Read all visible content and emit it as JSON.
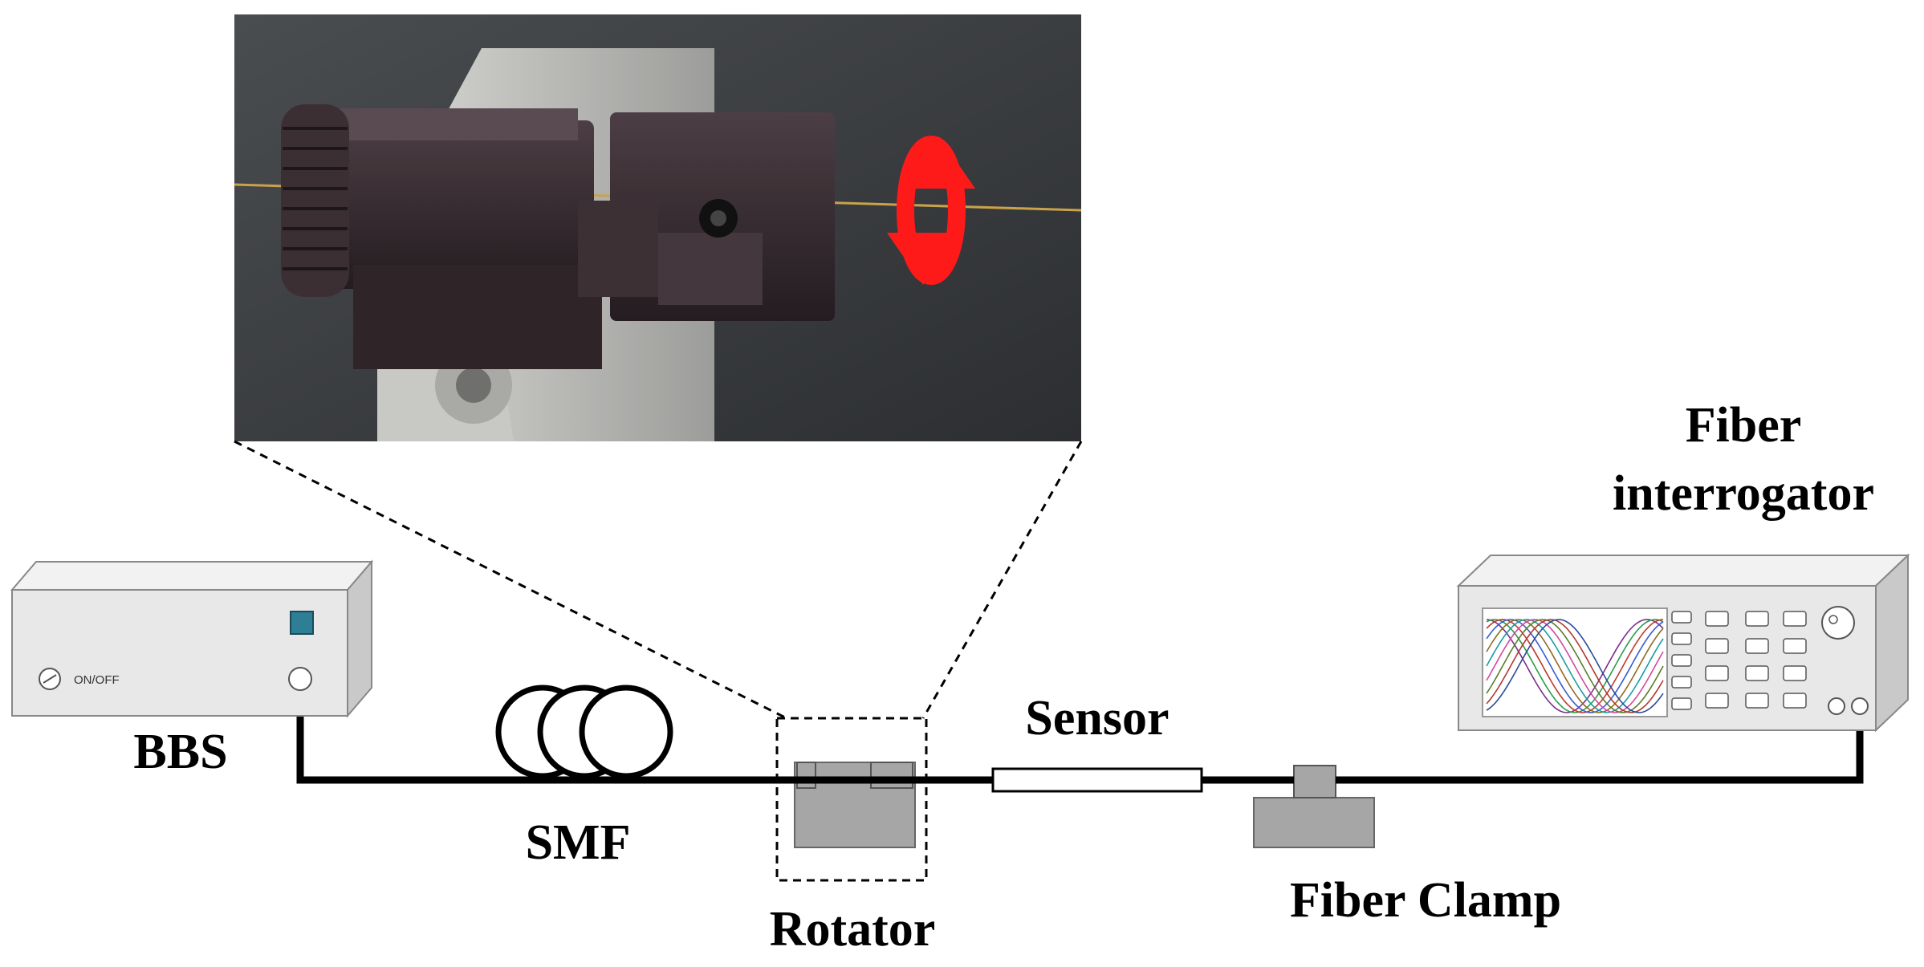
{
  "labels": {
    "bbs": "BBS",
    "smf": "SMF",
    "rotator": "Rotator",
    "sensor": "Sensor",
    "fiber_clamp": "Fiber Clamp",
    "interrogator_line1": "Fiber",
    "interrogator_line2": "interrogator",
    "switch": "ON/OFF"
  },
  "colors": {
    "box_front": "#e8e8e8",
    "box_top": "#f2f2f2",
    "box_side": "#c9c9c9",
    "fiber": "#000000",
    "clamp": "#a6a6a6",
    "bbs_button": "#2e7f95",
    "rotation_arrow": "#ff1a1a",
    "photo_background": "#3a3d40"
  },
  "icons": [
    "rotation-arrow-icon",
    "power-switch-icon",
    "fiber-coil-icon",
    "knob-icon"
  ],
  "spectrum": {
    "curve_colors": [
      "#7a2e8a",
      "#2b9b4a",
      "#c0392b",
      "#3a5bd0",
      "#8e6b23",
      "#1a9ca4",
      "#d04aa0",
      "#5a7d2a",
      "#b03a2e",
      "#2a4a9a"
    ]
  }
}
